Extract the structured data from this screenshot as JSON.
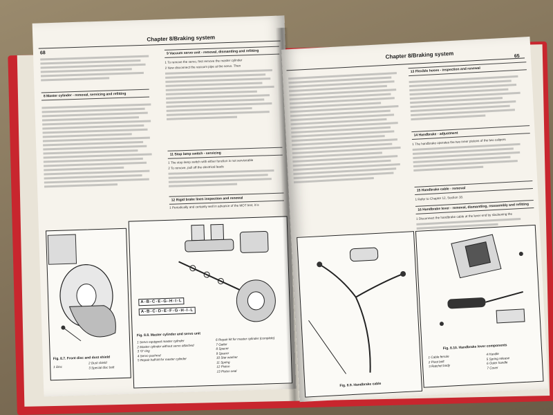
{
  "book": {
    "left_page": {
      "page_number": "68",
      "chapter_header": "Chapter 8/Braking system",
      "sections": [
        {
          "title": "8 Master cylinder - removal, servicing and refitting"
        },
        {
          "title": "9 Vacuum servo unit - removal, dismantling and refitting"
        },
        {
          "title": "11 Stop lamp switch - servicing"
        },
        {
          "title": "12 Rigid brake lines inspection and renewal"
        }
      ],
      "text_snippets": {
        "s9_step1": "1 To remove the servo, first remove the master cylinder",
        "s9_step2": "2 Now disconnect the vacuum pipe at the servo. Then",
        "s11_step1": "1 The stop lamp switch with either function is not serviceable",
        "s11_step2": "2 To remove, pull off the electrical leads",
        "s12_step1": "1 Periodically and certainly well in advance of the MOT test, it is",
        "s8_title_line": "8 Master cylinder - removal, servicing and refitting"
      },
      "figures": [
        {
          "caption": "Fig. 8.7. Front disc and dust shield",
          "legend": [
            "1 Disc",
            "2 Dust shield",
            "3 Special disc bolt"
          ]
        },
        {
          "caption": "Fig. 8.8. Master cylinder and servo unit",
          "legend": [
            "1 Servo equipped master cylinder",
            "2 Master cylinder without servo attached",
            "3 'O' ring",
            "4 Servo pushrod",
            "5 Repair half kit for master cylinder",
            "6 Repair kit for master cylinder (complete)",
            "7 Gaiter",
            "8 Spacer",
            "9 Spacer",
            "10 Star washer",
            "11 Spring",
            "12 Piston",
            "13 Piston seal"
          ],
          "letter_strips": [
            "A-B-C-E-G-H-I-L",
            "A-B-C-D-E-F-G-H-I-L"
          ]
        }
      ]
    },
    "right_page": {
      "page_number": "65",
      "chapter_header": "Chapter 8/Braking system",
      "sections": [
        {
          "title": "13 Flexible hoses - inspection and renewal"
        },
        {
          "title": "14 Handbrake - adjustment"
        },
        {
          "title": "15 Handbrake cable - removal"
        },
        {
          "title": "16 Handbrake lever - removal, dismantling, reassembly and refitting"
        }
      ],
      "text_snippets": {
        "s15_step1": "1 Refer to Chapter 12, Section 18.",
        "s14_step1": "1 The handbrake operates the two inner pistons of the two calipers",
        "s16_step1": "1 Disconnect the handbrake cable at the lever end by slackening the"
      },
      "figures": [
        {
          "caption": "Fig. 8.9. Handbrake cable"
        },
        {
          "caption": "Fig. 8.10. Handbrake lever components",
          "legend": [
            "1 Cable ferrule",
            "2 Pivot bolt",
            "3 Ratchet body",
            "4 Handle",
            "5 Spring release",
            "6 Outer handle",
            "7 Cover"
          ]
        }
      ]
    }
  },
  "colors": {
    "cover": "#c8262e",
    "paper": "#f6f3ec",
    "ink": "#1c1c1c"
  }
}
